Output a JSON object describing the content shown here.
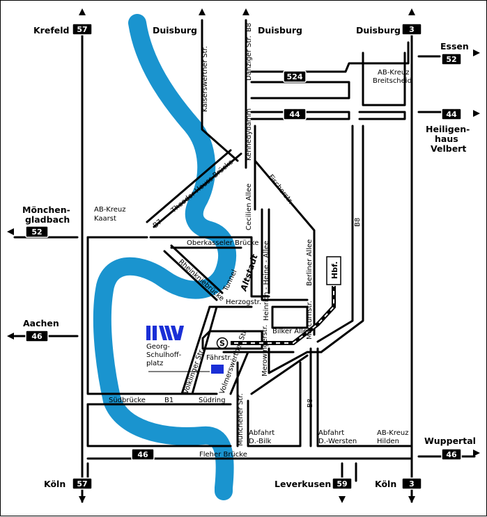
{
  "colors": {
    "river": "#1a94cf",
    "venue": "#1a2fd6",
    "road": "#000000",
    "background": "#ffffff"
  },
  "icons": {
    "logo": "hhu-logo-icon",
    "sbahn": "s-bahn-icon",
    "arrows": "arrow-icon"
  },
  "destinations": {
    "krefeld": "Krefeld",
    "duisburg_1": "Duisburg",
    "duisburg_2": "Duisburg",
    "duisburg_3": "Duisburg",
    "essen": "Essen",
    "heiligenhaus": "Heiligen-",
    "heiligenhaus_2": "haus",
    "velbert": "Velbert",
    "moenchengladbach_1": "Mönchen-",
    "moenchengladbach_2": "gladbach",
    "aachen": "Aachen",
    "wuppertal": "Wuppertal",
    "koeln_1": "Köln",
    "leverkusen": "Leverkusen",
    "koeln_2": "Köln"
  },
  "shields": {
    "a57_top": "57",
    "a3_top": "3",
    "a524": "524",
    "a52_essen": "52",
    "a44_left": "44",
    "a44_right": "44",
    "a52_left": "52",
    "a46_left": "46",
    "a46_right": "46",
    "a46_bottom": "46",
    "a57_bottom": "57",
    "a59": "59",
    "a3_bottom": "3"
  },
  "labels": {
    "kaiserswerther": "Kaiserswerther Str.",
    "danziger": "Danziger Str.",
    "b8_top": "B8",
    "kennedydamm": "Kennedydamm",
    "theodor_heuss": "Theodor-Heuss-Brücke",
    "b7": "B7",
    "cecilien": "Cecilien Allee",
    "fischerstr": "Fischerstr.",
    "b8_right": "B8",
    "ab_kreuz_breitscheid_1": "AB-Kreuz",
    "ab_kreuz_breitscheid_2": "Breitscheid",
    "ab_kreuz_kaarst_1": "AB-Kreuz",
    "ab_kreuz_kaarst_2": "Kaarst",
    "oberkasseler": "Oberkasseler Brücke",
    "rheinkniebruecke": "Rheinkniebrücke",
    "tunnel": "Tunnel",
    "altstadt": "Altstadt",
    "heinrich_heine": "Heinrich - Heine - Allee",
    "berliner": "Berliner Allee",
    "hbf": "Hbf.",
    "herzogstr": "Herzogstr.",
    "mercumstr": "Mercumstr.",
    "bilker": "Bilker Allee",
    "s_bahn": "S",
    "georg_1": "Georg-",
    "georg_2": "Schulhoff-",
    "georg_3": "platz",
    "faehrstr": "Fährstr.",
    "voelklinger": "Völklinger Str.",
    "volmerswerther": "Volmerswerther Str.",
    "merowinger": "Merowingerstr.",
    "suedbruecke": "Südbrücke",
    "b1": "B1",
    "suedring": "Südring",
    "b8_bottom": "B8",
    "muenchener": "Münchener Str.",
    "abfahrt_bilk_1": "Abfahrt",
    "abfahrt_bilk_2": "D.-Bilk",
    "abfahrt_wersten_1": "Abfahrt",
    "abfahrt_wersten_2": "D.-Wersten",
    "ab_kreuz_hilden_1": "AB-Kreuz",
    "ab_kreuz_hilden_2": "Hilden",
    "fleher": "Fleher Brücke"
  }
}
